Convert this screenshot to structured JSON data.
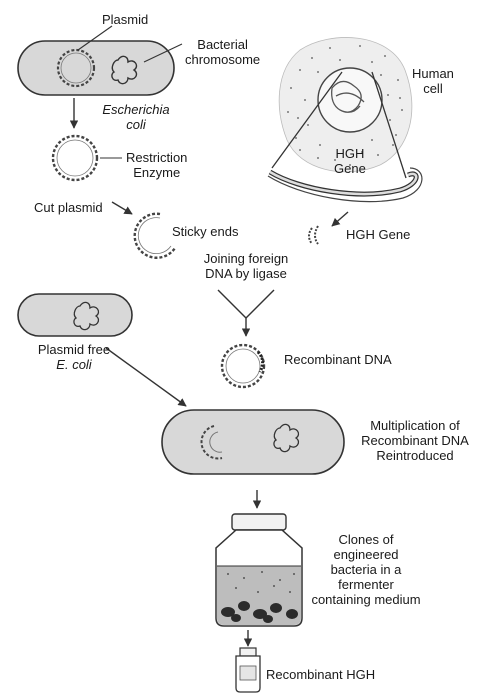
{
  "labels": {
    "plasmid": "Plasmid",
    "bacterial": "Bacterial",
    "chromosome": "chromosome",
    "escherichia": "Escherichia",
    "coli": "coli",
    "human": "Human",
    "cell": "cell",
    "restriction": "Restriction",
    "enzyme": "Enzyme",
    "cut_plasmid": "Cut plasmid",
    "sticky_ends": "Sticky ends",
    "hgh_gene_top": "HGH",
    "hgh_gene_bottom": "Gene",
    "hgh_gene_fragment": "HGH Gene",
    "joining_1": "Joining foreign",
    "joining_2": "DNA by ligase",
    "plasmid_free": "Plasmid free",
    "e_coli": "E. coli",
    "recombinant_dna": "Recombinant DNA",
    "mult_1": "Multiplication of",
    "mult_2": "Recombinant DNA",
    "mult_3": "Reintroduced",
    "clones_1": "Clones of",
    "clones_2": "engineered",
    "clones_3": "bacteria in a",
    "clones_4": "fermenter",
    "clones_5": "containing medium",
    "recombinant_hgh": "Recombinant HGH"
  },
  "colors": {
    "cell_fill": "#d8d8d8",
    "stroke": "#333333",
    "human_cell_fill": "#eeeeee",
    "medium_fill": "#bdbdbd"
  }
}
